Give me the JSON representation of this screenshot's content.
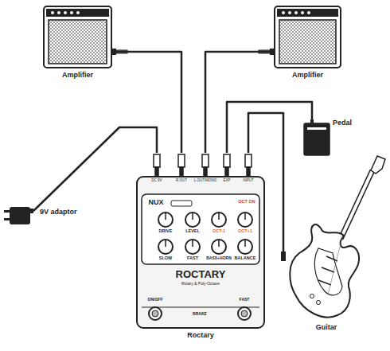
{
  "diagram": {
    "nodes": [
      {
        "text": [
          "Amplifier"
        ]
      },
      {
        "text": [
          "Amplifier"
        ]
      },
      {
        "text": [
          "Pedal"
        ]
      },
      {
        "text": [
          "9V adaptor"
        ]
      },
      {
        "text": [
          "Roctary"
        ]
      },
      {
        "text": [
          "Guitar"
        ]
      }
    ],
    "edges": [
      {
        "from": 4,
        "to": 0,
        "arrow": "none"
      },
      {
        "from": 4,
        "to": 1,
        "arrow": "none"
      },
      {
        "from": 2,
        "to": 4,
        "arrow": "none"
      },
      {
        "from": 3,
        "to": 4,
        "arrow": "none"
      },
      {
        "from": 5,
        "to": 4,
        "arrow": "none"
      }
    ],
    "labels": [
      "DC 9V",
      "R.OUT",
      "L.OUT/MONO",
      "EXP",
      "INPUT",
      "NUX",
      "OCT ON",
      "DRIVE",
      "LEVEL",
      "OCT-1",
      "OCT+1",
      "SLOW",
      "FAST",
      "BASS+HORN",
      "BALANCE",
      "ROCTARY",
      "Rotary & Poly-Octave",
      "ON/OFF",
      "FAST",
      "BRAKE"
    ]
  }
}
